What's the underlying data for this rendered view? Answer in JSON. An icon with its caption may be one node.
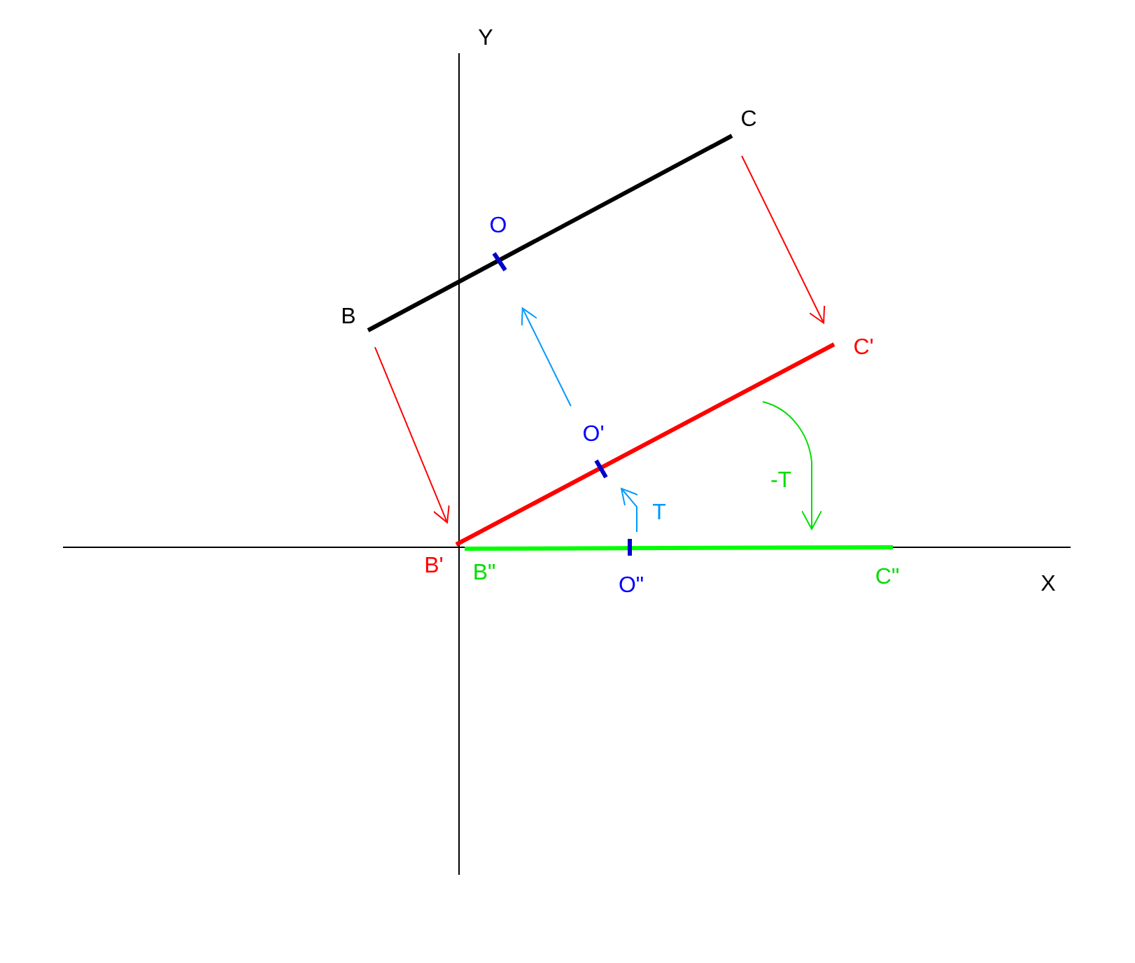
{
  "diagram": {
    "nodes": [
      {
        "text": [
          "C"
        ]
      },
      {
        "text": [
          "O"
        ]
      },
      {
        "text": [
          "B"
        ]
      },
      {
        "text": [
          "C'"
        ]
      },
      {
        "text": [
          "O'"
        ]
      },
      {
        "text": [
          "B'"
        ]
      },
      {
        "text": [
          "B\""
        ]
      },
      {
        "text": [
          "O\""
        ]
      },
      {
        "text": [
          "C\""
        ]
      }
    ],
    "edges": [
      {
        "from": 2,
        "to": 0,
        "arrow": "none",
        "style": "thick",
        "color": "#000000"
      },
      {
        "from": 5,
        "to": 3,
        "arrow": "none",
        "style": "thick",
        "color": "#ff0000"
      },
      {
        "from": 6,
        "to": 8,
        "arrow": "none",
        "style": "thick",
        "color": "#00ff00"
      },
      {
        "from": 0,
        "to": 3,
        "arrow": "to",
        "color": "#ff0000"
      },
      {
        "from": 2,
        "to": 5,
        "arrow": "to",
        "color": "#ff0000"
      },
      {
        "from": 4,
        "to": 1,
        "arrow": "to",
        "color": "#0099ff"
      }
    ],
    "labels": [
      "Y",
      "-T",
      "T",
      "X"
    ]
  }
}
